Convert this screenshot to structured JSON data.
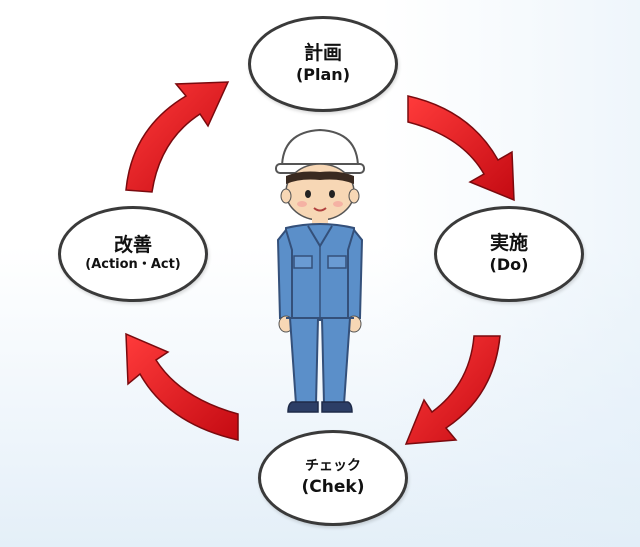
{
  "cycle": [
    {
      "id": "plan",
      "label_jp": "計画",
      "label_en": "(Plan)"
    },
    {
      "id": "do",
      "label_jp": "実施",
      "label_en": "(Do)"
    },
    {
      "id": "check",
      "label_jp": "チェック",
      "label_en": "(Chek)"
    },
    {
      "id": "act",
      "label_jp": "改善",
      "label_en": "(Action・Act)"
    }
  ],
  "colors": {
    "arrow_red": "#e0141e",
    "arrow_dark": "#a00a12",
    "node_border": "#3a3a3a",
    "uniform_blue": "#5b8fc9",
    "helmet": "#ffffff"
  },
  "icons": [
    "cycle-arrow-icon",
    "worker-figure"
  ]
}
